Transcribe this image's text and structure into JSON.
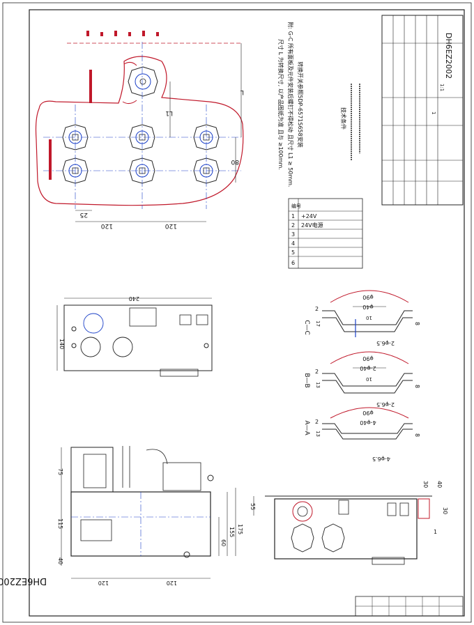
{
  "drawing_no": "DH6EZ2002",
  "top_view": {
    "dims": [
      "25",
      "120",
      "120",
      "80",
      "L",
      "L1"
    ]
  },
  "table": {
    "header_no": "编号",
    "rows": [
      {
        "no": "1",
        "text": "+24V"
      },
      {
        "no": "2",
        "text": "24V电源"
      },
      {
        "no": "3",
        "text": ""
      },
      {
        "no": "4",
        "text": ""
      },
      {
        "no": "5",
        "text": ""
      },
      {
        "no": "6",
        "text": ""
      }
    ]
  },
  "notes": {
    "line1": "尺寸 L  为转换尺寸, 以产品图纸为准 且与 ≥100mm.",
    "line2": "附: G-C  所有面板及元件安装后螺钉不得松动 且尺寸 L1 ≥ 50mm.",
    "line3": "转换开关参照5DP-6571S658安装",
    "tech_title": "技术条件"
  },
  "sections": {
    "cc": {
      "label": "C—C",
      "dims": [
        "2",
        "φ90",
        "φ40",
        "8",
        "2-φ6.5",
        "17",
        "10"
      ]
    },
    "bb": {
      "label": "B—B",
      "dims": [
        "2",
        "φ90",
        "2-φ40",
        "8",
        "2-φ6.5",
        "10",
        "13"
      ]
    },
    "aa": {
      "label": "A—A",
      "dims": [
        "2",
        "φ90",
        "4-φ40",
        "8",
        "4-φ6.5",
        "13"
      ]
    }
  },
  "middle_view": {
    "dims": [
      "240",
      "140"
    ]
  },
  "left_view": {
    "dims": [
      "75",
      "115",
      "40",
      "60",
      "155",
      "175",
      "120",
      "120"
    ]
  },
  "right_view": {
    "dims": [
      "55",
      "30",
      "40",
      "1",
      "30"
    ]
  },
  "title_block": {
    "drawing_no": "DH6EZ2002",
    "scale": "1:1",
    "sheet": "1"
  }
}
